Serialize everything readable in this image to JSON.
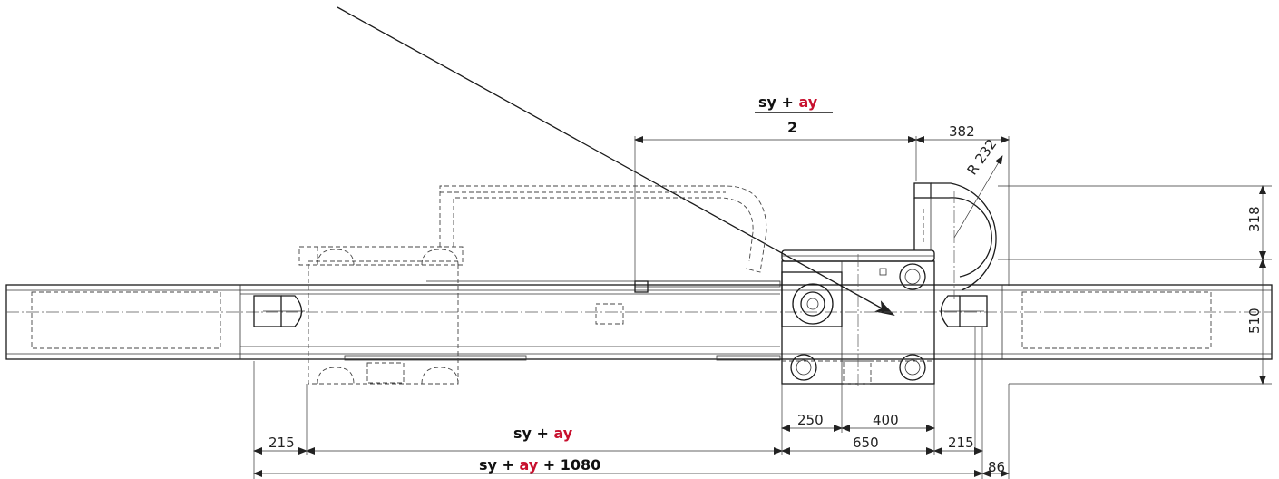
{
  "colors": {
    "line": "#1a1a1a",
    "accent": "#c8102e",
    "background": "#ffffff"
  },
  "formulas": {
    "top_fraction": {
      "numerator_base": "sy + ",
      "numerator_accent": "ay",
      "denominator": "2"
    },
    "middle": {
      "base": "sy + ",
      "accent": "ay"
    },
    "bottom": {
      "base": "sy + ",
      "accent": "ay",
      "suffix": " + 1080"
    }
  },
  "dimensions": {
    "top_right": "382",
    "radius": "R 232",
    "height_chain": "318",
    "height_total": "510",
    "carriage_a": "250",
    "carriage_b": "400",
    "carriage_total": "650",
    "end_left": "215",
    "end_right": "215",
    "overhang": "86"
  }
}
